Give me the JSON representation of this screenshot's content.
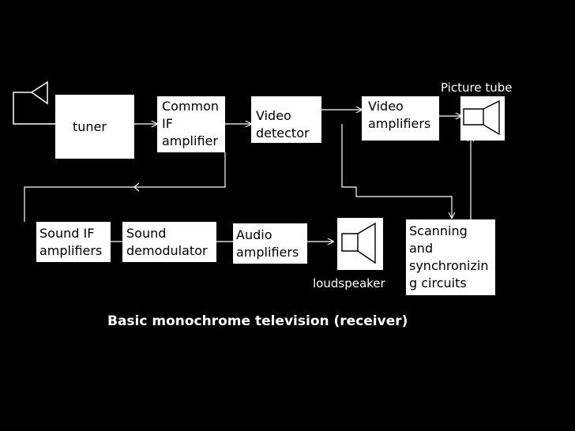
{
  "diagram": {
    "caption": "Basic monochrome television (receiver)",
    "blocks": {
      "tuner": "tuner",
      "common_if": "Common\nIF\namplifier",
      "video_detector": "Video\ndetector",
      "video_amps": "Video\namplifiers",
      "sound_if": "Sound IF\namplifiers",
      "sound_demod": "Sound\ndemodulator",
      "audio_amps": "Audio\namplifiers",
      "scanning": "Scanning\nand\nsynchronizin\ng circuits"
    },
    "labels": {
      "picture_tube": "Picture tube",
      "loudspeaker": "loudspeaker"
    }
  }
}
